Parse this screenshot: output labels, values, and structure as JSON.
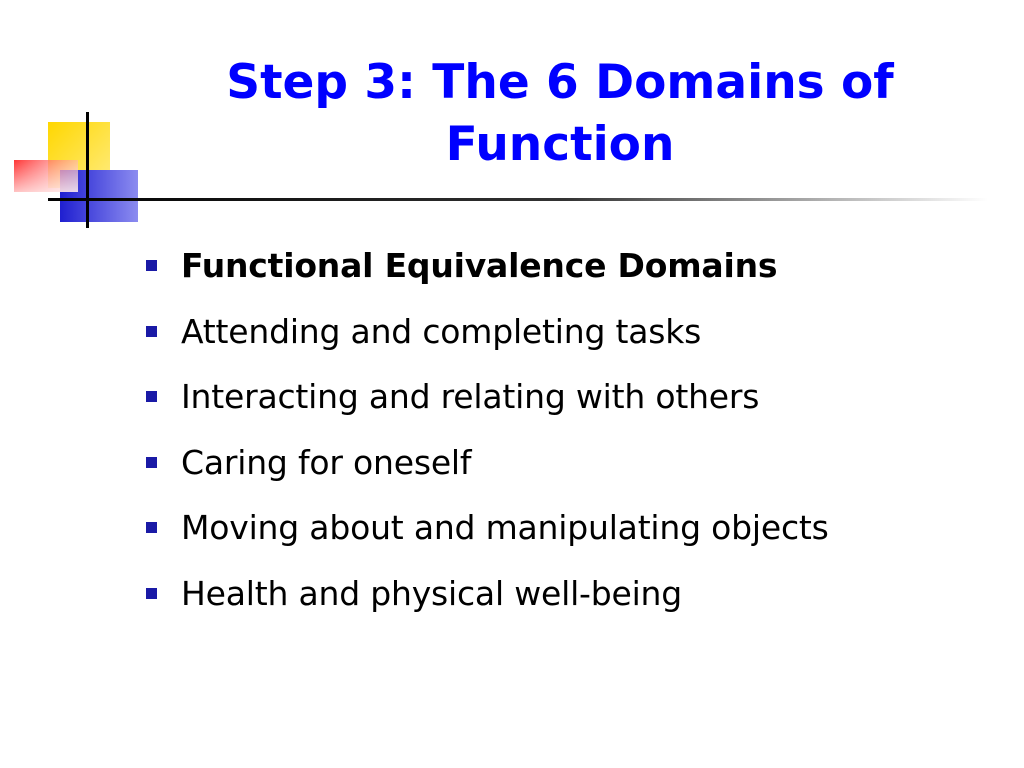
{
  "slide": {
    "title": "Step 3: The 6 Domains of Function",
    "bullets": [
      {
        "text": "Functional Equivalence Domains",
        "bold": true
      },
      {
        "text": "Attending and completing tasks",
        "bold": false
      },
      {
        "text": "Interacting and relating with others",
        "bold": false
      },
      {
        "text": "Caring for oneself",
        "bold": false
      },
      {
        "text": "Moving about and manipulating objects",
        "bold": false
      },
      {
        "text": "Health and physical well-being",
        "bold": false
      }
    ]
  },
  "colors": {
    "title": "#0000ff",
    "bullet_marker": "#1a1aa6",
    "deco_yellow": "#ffd700",
    "deco_red": "#ff3b3b",
    "deco_blue": "#2a2ad6",
    "rule_line": "#000000"
  }
}
